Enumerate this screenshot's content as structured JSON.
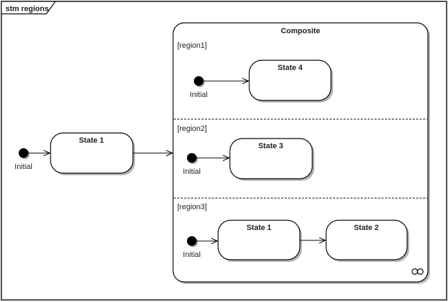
{
  "frame": {
    "title": "stm regions"
  },
  "outer": {
    "initial_label": "Initial",
    "states": [
      {
        "label": "State 1"
      }
    ]
  },
  "composite": {
    "title": "Composite",
    "decomposition_icon": "infinity",
    "regions": [
      {
        "label": "[region1]",
        "initial_label": "Initial",
        "states": [
          {
            "label": "State 4"
          }
        ]
      },
      {
        "label": "[region2]",
        "initial_label": "Initial",
        "states": [
          {
            "label": "State 3"
          }
        ]
      },
      {
        "label": "[region3]",
        "initial_label": "Initial",
        "states": [
          {
            "label": "State 1"
          },
          {
            "label": "State 2"
          }
        ]
      }
    ]
  },
  "colors": {
    "background": "#ffffff",
    "line": "#000000",
    "text": "#1f1f1f",
    "shadow": "#b4b4b4"
  }
}
